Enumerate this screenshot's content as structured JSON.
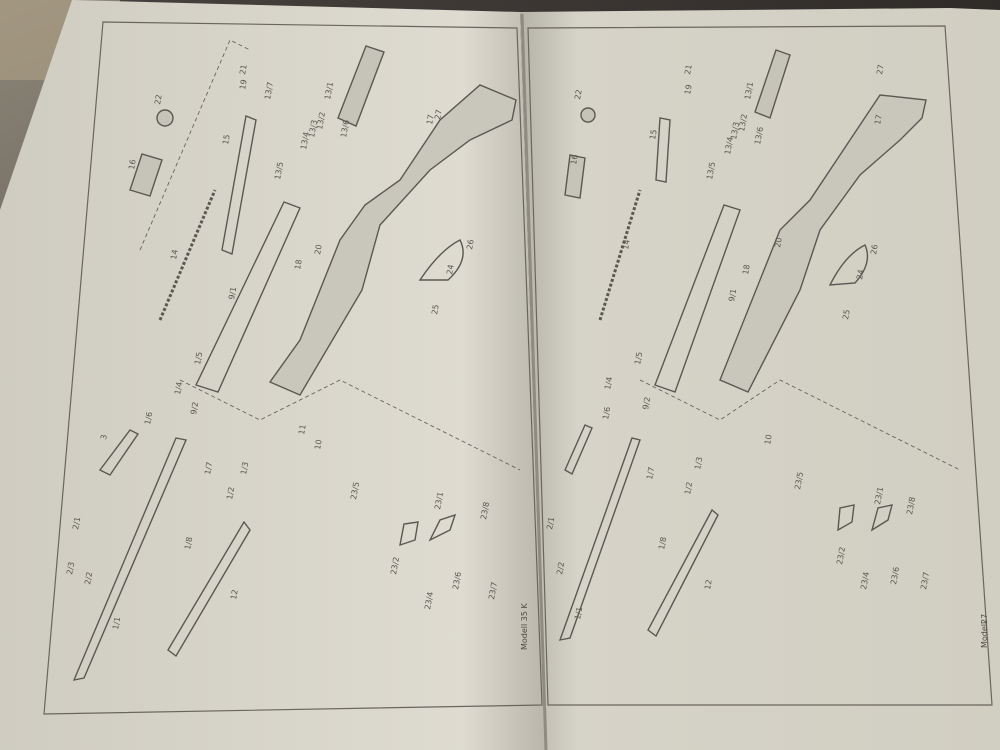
{
  "document": {
    "type": "exploded parts diagram, two-page spread",
    "left_page": {
      "footer": "Modell 35 K",
      "part_labels": [
        "1/1",
        "1/2",
        "1/3",
        "1/4",
        "1/5",
        "1/6",
        "1/7",
        "1/8",
        "2/1",
        "2/2",
        "2/3",
        "3",
        "9/1",
        "9/2",
        "10",
        "11",
        "12",
        "13/1",
        "13/2",
        "13/3",
        "13/4",
        "13/5",
        "13/6",
        "13/7",
        "14",
        "15",
        "16",
        "17",
        "18",
        "19",
        "20",
        "21",
        "22",
        "23/1",
        "23/2",
        "23/4",
        "23/5",
        "23/6",
        "23/7",
        "23/8",
        "24",
        "25",
        "26",
        "27"
      ]
    },
    "right_page": {
      "footer_label": "Modell",
      "footer_number": "27",
      "part_labels": [
        "1/1",
        "1/2",
        "1/3",
        "1/4",
        "1/5",
        "1/6",
        "1/7",
        "1/8",
        "2/1",
        "2/2",
        "9/1",
        "9/2",
        "10",
        "12",
        "13/1",
        "13/2",
        "13/3",
        "13/4",
        "13/5",
        "13/6",
        "14",
        "15",
        "16",
        "17",
        "18",
        "19",
        "20",
        "21",
        "22",
        "23/1",
        "23/2",
        "23/4",
        "23/5",
        "23/6",
        "23/7",
        "23/8",
        "24",
        "25",
        "26",
        "27"
      ]
    }
  },
  "colors": {
    "paper_left": "#d9d6cc",
    "paper_right": "#d3d0c5",
    "ink": "#5b5852",
    "background": "#2e2a27"
  }
}
